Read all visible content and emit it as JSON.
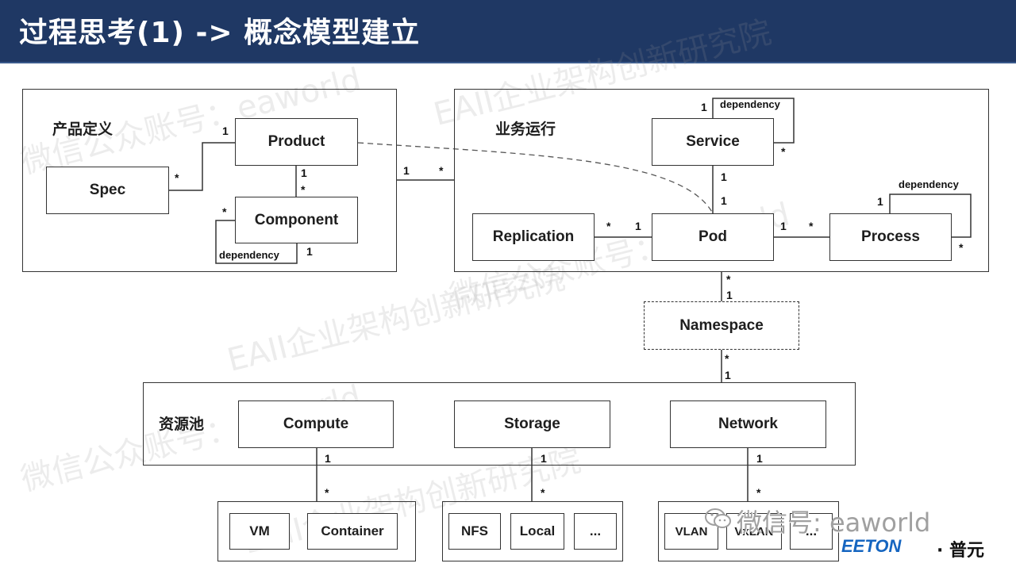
{
  "header": {
    "title": "过程思考(1) -> 概念模型建立"
  },
  "watermarks": [
    "微信公众账号：eaworld",
    "EAII企业架构创新研究院"
  ],
  "groups": {
    "product_definition": "产品定义",
    "business_runtime": "业务运行",
    "resource_pool": "资源池"
  },
  "boxes": {
    "product": "Product",
    "spec": "Spec",
    "component": "Component",
    "service": "Service",
    "replication": "Replication",
    "pod": "Pod",
    "process": "Process",
    "namespace": "Namespace",
    "compute": "Compute",
    "storage": "Storage",
    "network": "Network",
    "vm": "VM",
    "container": "Container",
    "nfs": "NFS",
    "local": "Local",
    "storage_more": "...",
    "vlan": "VLAN",
    "vxlan": "VxLAN",
    "network_more": "..."
  },
  "relations": {
    "dependency": "dependency",
    "one": "1",
    "many": "*"
  },
  "footer": {
    "wechat": "微信号: eaworld",
    "logo": "EETON",
    "logo_cn": "· 普元"
  },
  "colors": {
    "header_bg": "#1f3864",
    "logo_blue": "#1565c0"
  }
}
